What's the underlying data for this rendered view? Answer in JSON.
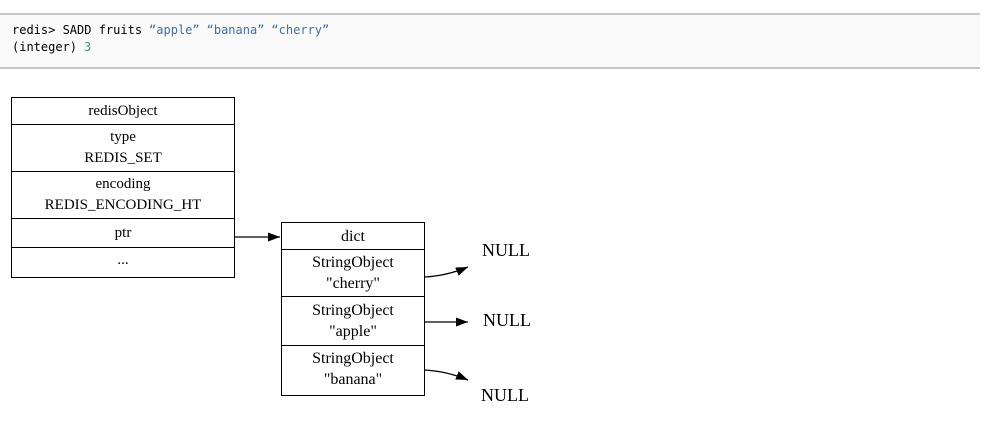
{
  "code_block": {
    "line1": {
      "command": "redis> SADD fruits",
      "args": [
        "“apple”",
        "“banana”",
        "“cherry”"
      ]
    },
    "line2": {
      "label": "(integer)",
      "value": "3"
    },
    "colors": {
      "string": "#4070a0",
      "number": "#40a070"
    }
  },
  "diagram": {
    "redis_object_table": {
      "rows": [
        {
          "line1": "redisObject"
        },
        {
          "line1": "type",
          "line2": "REDIS_SET"
        },
        {
          "line1": "encoding",
          "line2": "REDIS_ENCODING_HT"
        },
        {
          "line1": "ptr"
        },
        {
          "line1": "..."
        }
      ]
    },
    "dict_table": {
      "rows": [
        {
          "line1": "dict"
        },
        {
          "line1": "StringObject",
          "line2": "\"cherry\""
        },
        {
          "line1": "StringObject",
          "line2": "\"apple\""
        },
        {
          "line1": "StringObject",
          "line2": "\"banana\""
        }
      ]
    },
    "null_labels": [
      "NULL",
      "NULL",
      "NULL"
    ]
  }
}
